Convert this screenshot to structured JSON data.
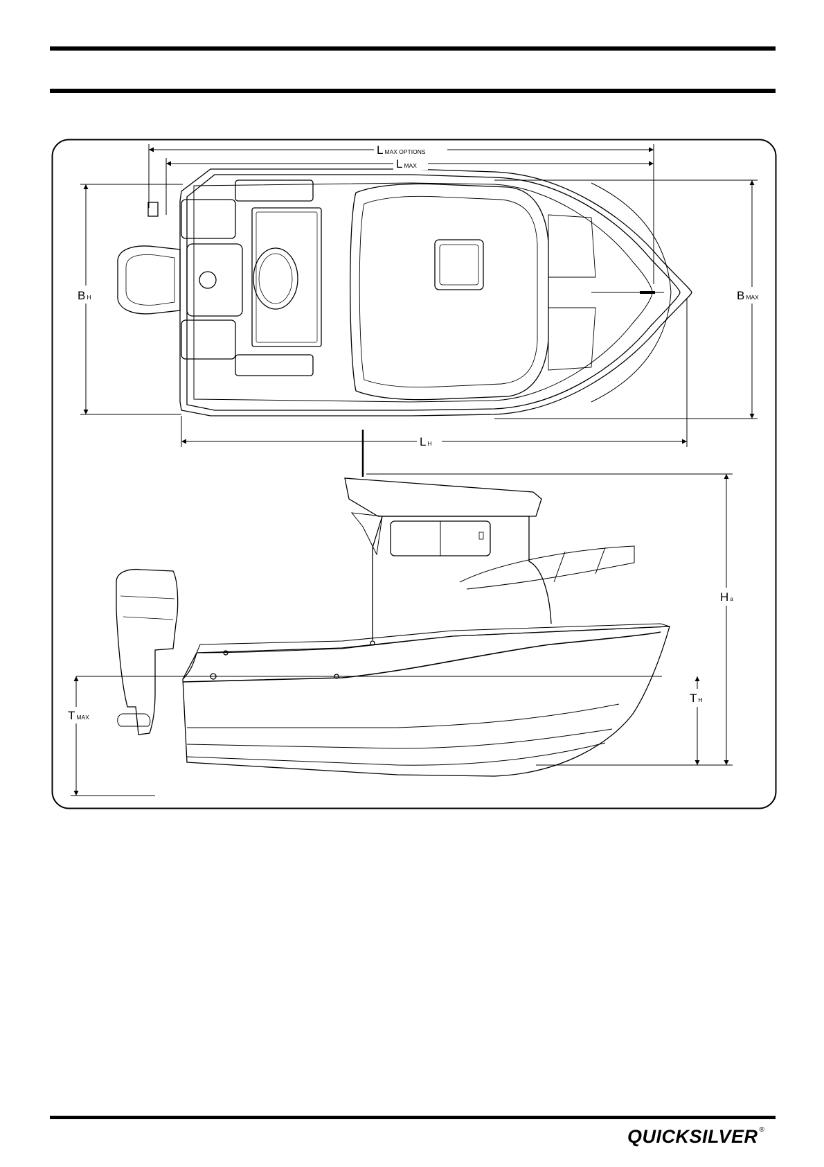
{
  "drawing": {
    "labels": {
      "lmax_options": {
        "main": "L",
        "sub": "MAX OPTIONS"
      },
      "lmax": {
        "main": "L",
        "sub": "MAX"
      },
      "bh": {
        "main": "B",
        "sub": "H"
      },
      "bmax": {
        "main": "B",
        "sub": "MAX"
      },
      "lh": {
        "main": "L",
        "sub": "H"
      },
      "ha": {
        "main": "H",
        "sub": "a"
      },
      "tmax": {
        "main": "T",
        "sub": "MAX"
      },
      "th": {
        "main": "T",
        "sub": "H"
      }
    }
  },
  "footer": {
    "brand": "QUICKSILVER",
    "registered": "®"
  }
}
